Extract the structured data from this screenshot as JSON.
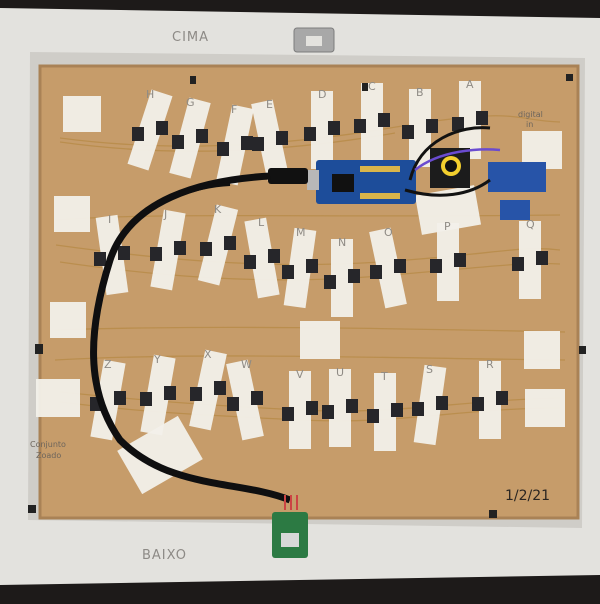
{
  "photo": {
    "colors": {
      "background": "#1d1a19",
      "frame": "#e3e2de",
      "frame_shadow": "#bdbbb6",
      "board": "#c69c6a",
      "board_dark": "#a98256",
      "tape": "#f2f0ea",
      "led": "#26262a",
      "wire": "#b98c4a",
      "cable": "#0f0f10",
      "arduino": "#1d4d9a",
      "pcb_green": "#2c7a43",
      "module_blue": "#2754a8"
    },
    "labels": {
      "top": "CIMA",
      "bottom": "BAIXO",
      "date": "1/2/21",
      "left_note_1": "Conjunto",
      "left_note_2": "Zoado",
      "right_note_1": "digital",
      "right_note_2": "in"
    },
    "letters": {
      "row1": [
        "H",
        "G",
        "F",
        "E",
        "D",
        "C",
        "B",
        "A"
      ],
      "row2": [
        "I",
        "J",
        "K",
        "L",
        "M",
        "N",
        "O",
        "P",
        "Q"
      ],
      "row3": [
        "Z",
        "Y",
        "X",
        "W",
        "V",
        "U",
        "T",
        "S",
        "R"
      ]
    }
  }
}
